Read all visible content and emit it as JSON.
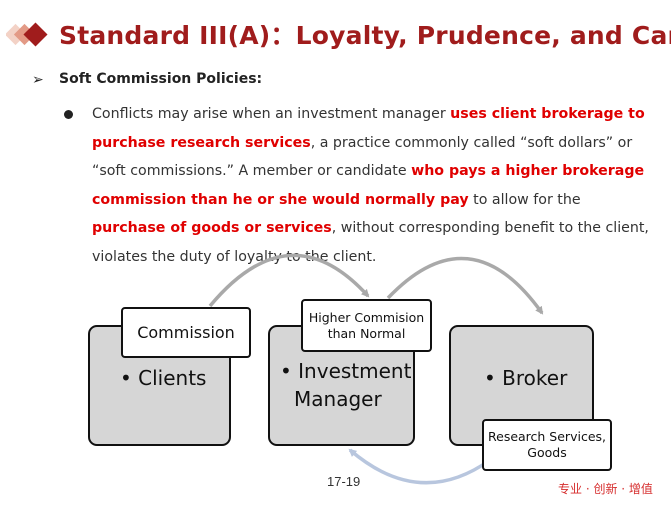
{
  "title": "Standard III(A)：Loyalty, Prudence, and Care",
  "subtitle": "Soft Commission Policies:",
  "paragraph": [
    {
      "text": "Conflicts may arise when an investment manager ",
      "hl": false
    },
    {
      "text": "uses client brokerage to purchase research services",
      "hl": true
    },
    {
      "text": ", a practice commonly called “soft dollars” or “soft commissions.” A member or candidate ",
      "hl": false
    },
    {
      "text": "who pays a higher brokerage commission than he or she would normally pay",
      "hl": true
    },
    {
      "text": " to allow for the ",
      "hl": false
    },
    {
      "text": "purchase of goods or services",
      "hl": true
    },
    {
      "text": ", without corresponding benefit to the client, violates the duty of loyalty to the client.",
      "hl": false
    }
  ],
  "diagram": {
    "clients": "• Clients",
    "manager_line1": "• Investment",
    "manager_line2": "Manager",
    "broker": "• Broker",
    "tag_commission": "Commission",
    "tag_higher_line1": "Higher Commision",
    "tag_higher_line2": "than Normal",
    "tag_research_line1": "Research Services,",
    "tag_research_line2": "Goods"
  },
  "page_number": "17-19",
  "slogan": "专业 · 创新 · 增值",
  "colors": {
    "title": "#a01c1c",
    "highlight": "#e00000",
    "box_fill": "#d6d6d6",
    "arrow": "#a9a9a9",
    "arrow_bottom": "#b8c6de"
  }
}
